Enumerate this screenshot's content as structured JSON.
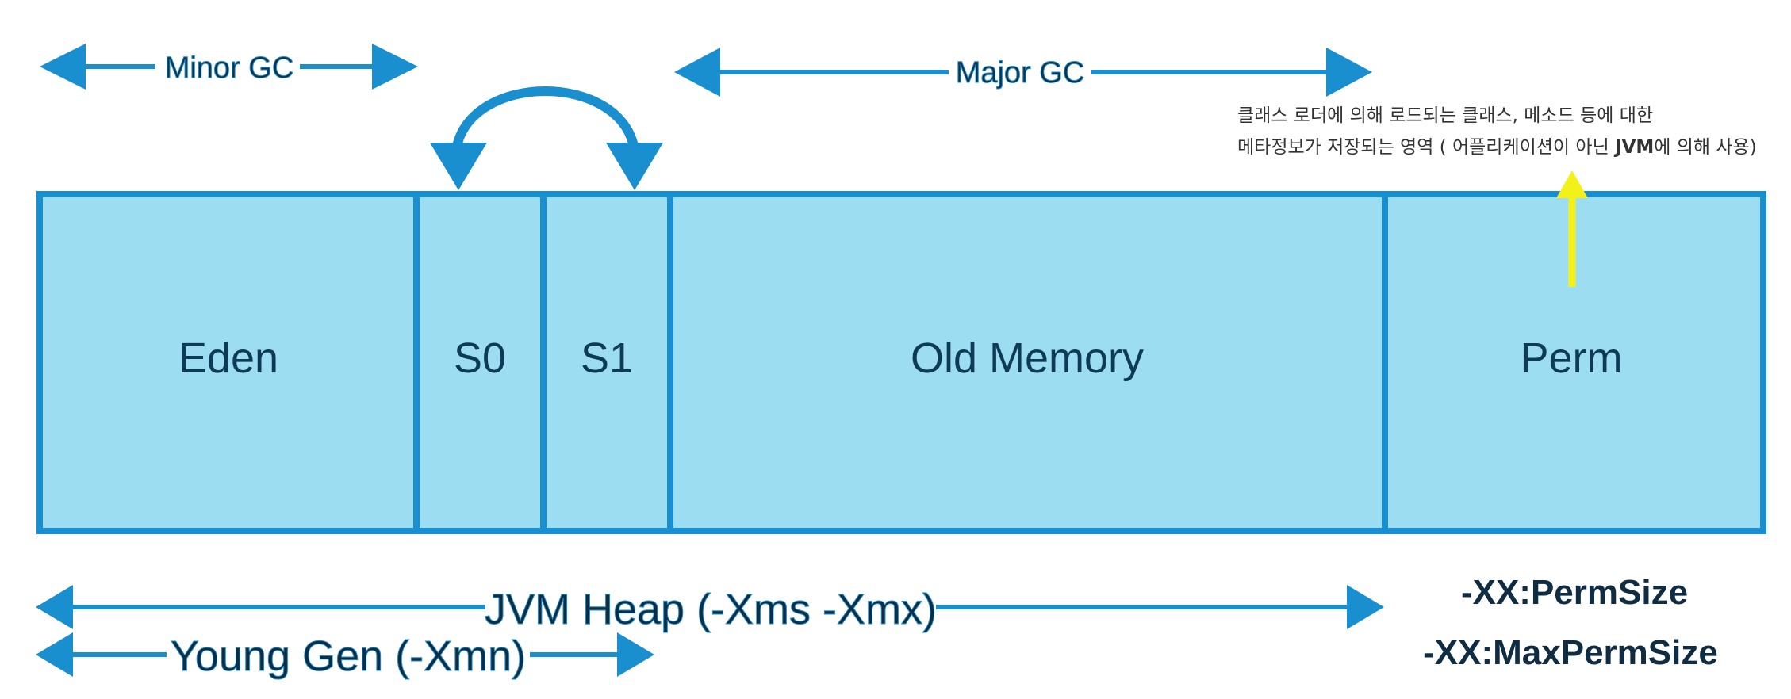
{
  "regions": [
    {
      "id": "eden",
      "label": "Eden"
    },
    {
      "id": "s0",
      "label": "S0"
    },
    {
      "id": "s1",
      "label": "S1"
    },
    {
      "id": "old",
      "label": "Old Memory"
    },
    {
      "id": "perm",
      "label": "Perm"
    }
  ],
  "arrows": {
    "minor_gc": "Minor GC",
    "major_gc": "Major GC",
    "jvm_heap": "JVM Heap (-Xms -Xmx)",
    "young_gen": "Young Gen (-Xmn)"
  },
  "perm_flags": {
    "perm_size": "-XX:PermSize",
    "max_perm_size": "-XX:MaxPermSize"
  },
  "annotation": {
    "line1": "클래스 로더에 의해 로드되는 클래스, 메소드 등에 대한",
    "line2_pre": "메타정보가 저장되는 영역 ( 어플리케이션이 아닌 ",
    "line2_bold": "JVM",
    "line2_post": "에 의해 사용)"
  },
  "colors": {
    "fill": "#9dddf1",
    "stroke": "#1a8fd0",
    "annotation_arrow": "#f2f21a"
  }
}
